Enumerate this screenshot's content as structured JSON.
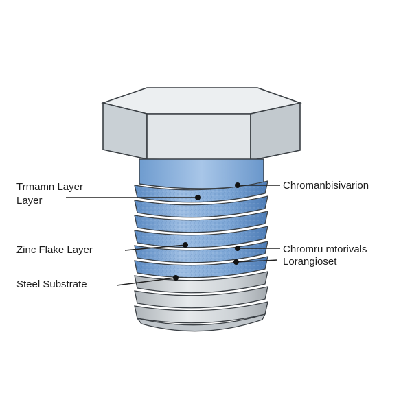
{
  "diagram": {
    "labels_left": [
      {
        "id": "l1",
        "text": "Trmamn Layer"
      },
      {
        "id": "l2",
        "text": "Layer"
      },
      {
        "id": "l3",
        "text": "Zinc Flake Layer"
      },
      {
        "id": "l4",
        "text": "Steel Substrate"
      }
    ],
    "labels_right": [
      {
        "id": "r1",
        "text": "Chromanbisivarion"
      },
      {
        "id": "r2",
        "text": "Chromru mtorivals"
      },
      {
        "id": "r3",
        "text": "Lorangioset"
      }
    ],
    "colors": {
      "head_top": "#e9ecee",
      "head_face": "#dfe3e6",
      "head_side": "#c5ccd1",
      "blue_coating": "#7fa6d3",
      "blue_light": "#a9c6e6",
      "blue_dark": "#4f7fb8",
      "steel": "#d3d7da",
      "steel_dark": "#a9aeb3",
      "outline": "#3a3f44",
      "leader": "#222222"
    }
  }
}
